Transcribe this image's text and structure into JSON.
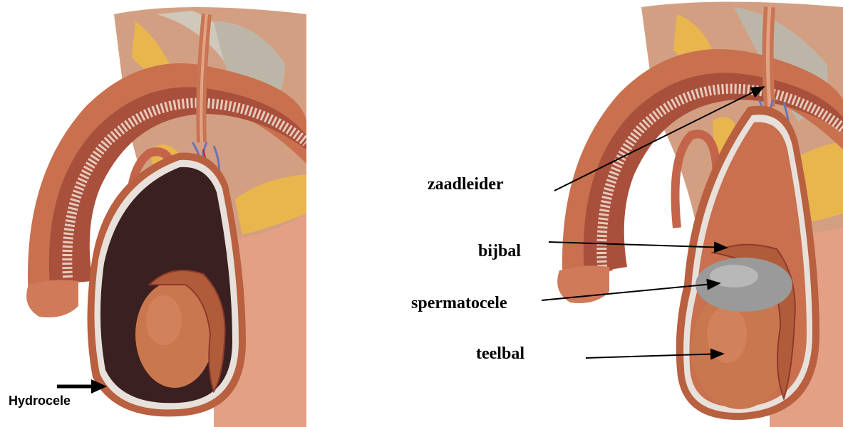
{
  "left_figure": {
    "label": "Hydrocele"
  },
  "right_figure": {
    "labels": {
      "vas_deferens": "zaadleider",
      "epididymis": "bijbal",
      "spermatocele": "spermatocele",
      "testis": "teelbal"
    }
  },
  "colors": {
    "skin": "#d9876a",
    "skin_dark": "#b8603f",
    "muscle": "#b65a45",
    "muscle_dark": "#8e3a2c",
    "fat": "#e9b64e",
    "tendon": "#d8d2c6",
    "testis": "#c9774e",
    "fluid": "#3a2020",
    "cyst": "#9a9a9a",
    "vessel_blue": "#6a74b8",
    "vessel_red": "#b4202a"
  }
}
